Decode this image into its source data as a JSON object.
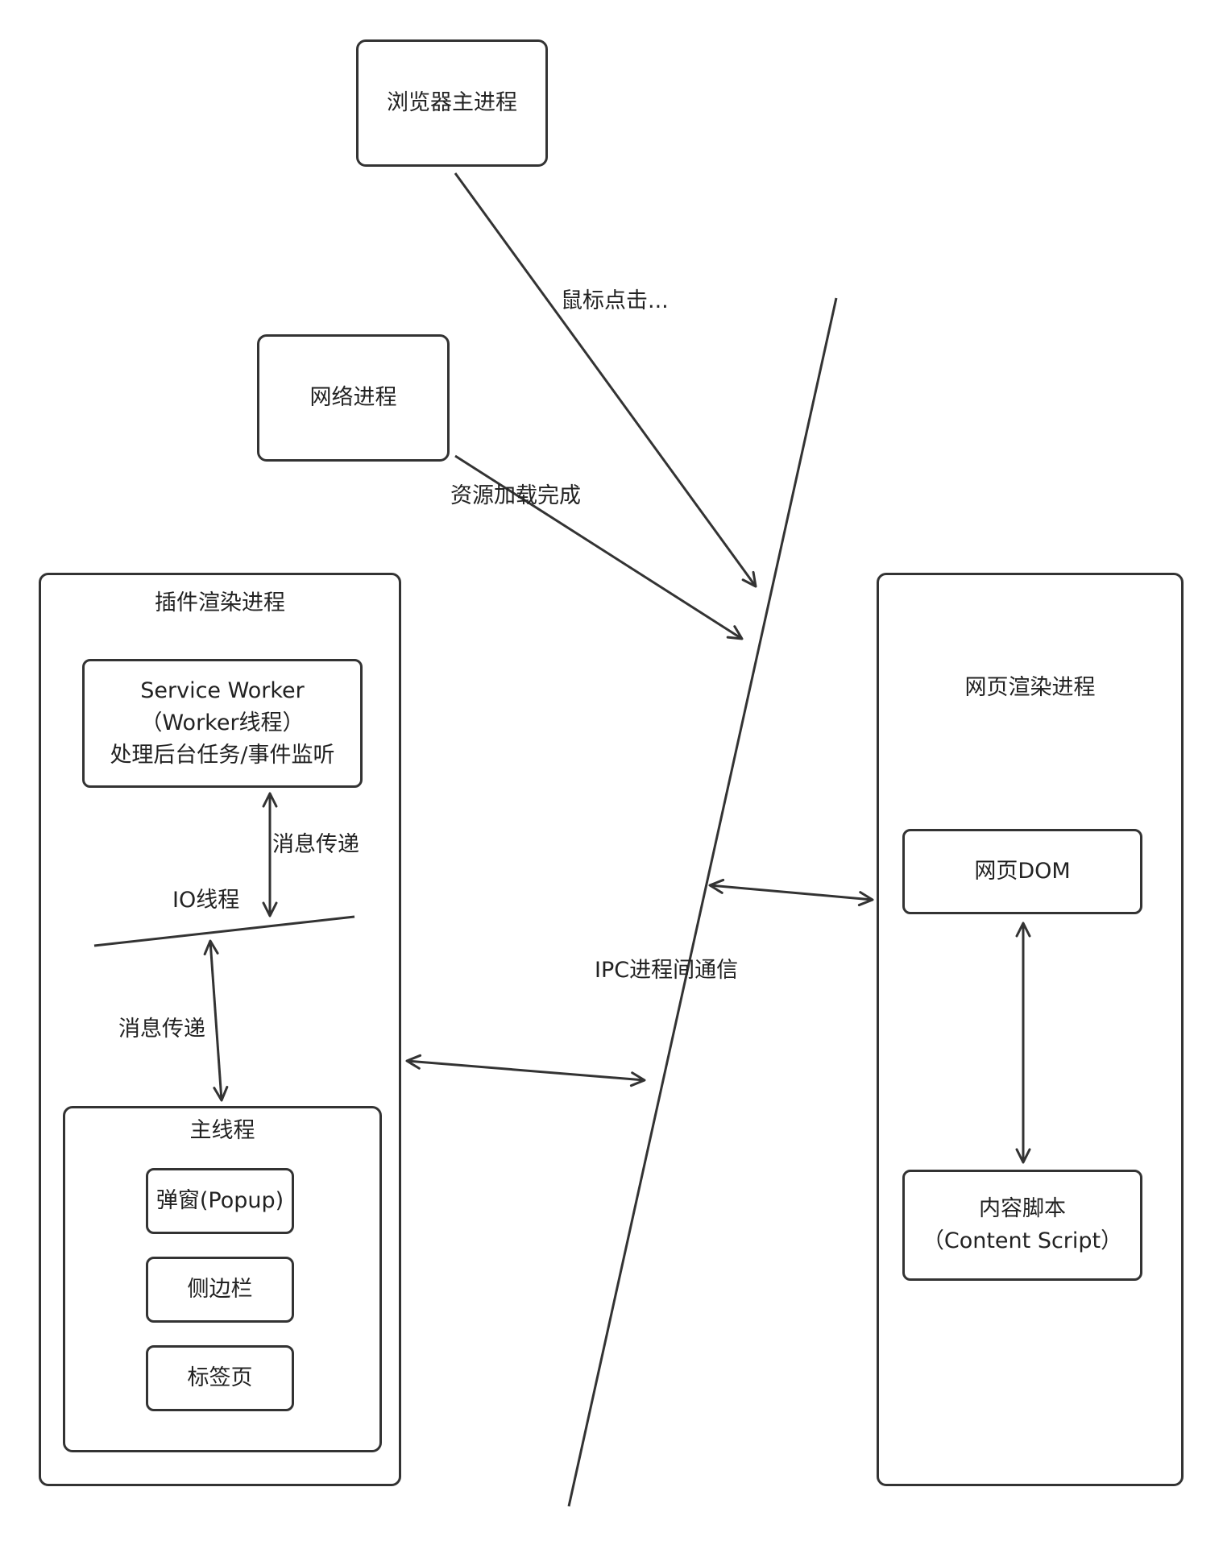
{
  "nodes": {
    "browser_main_process": "浏览器主进程",
    "network_process": "网络进程",
    "extension_render_process": "插件渲染进程",
    "service_worker": {
      "line1": "Service Worker",
      "line2": "（Worker线程）",
      "line3": "处理后台任务/事件监听"
    },
    "io_thread": "IO线程",
    "main_thread": "主线程",
    "popup": "弹窗(Popup)",
    "sidebar": "侧边栏",
    "tab_page": "标签页",
    "page_render_process": "网页渲染进程",
    "page_dom": "网页DOM",
    "content_script": {
      "line1": "内容脚本",
      "line2": "（Content Script）"
    }
  },
  "edge_labels": {
    "mouse_click": "鼠标点击...",
    "resource_loaded": "资源加载完成",
    "message_passing_upper": "消息传递",
    "message_passing_lower": "消息传递",
    "ipc": "IPC进程间通信"
  },
  "colors": {
    "stroke": "#333333",
    "text": "#222222",
    "background": "#ffffff"
  }
}
